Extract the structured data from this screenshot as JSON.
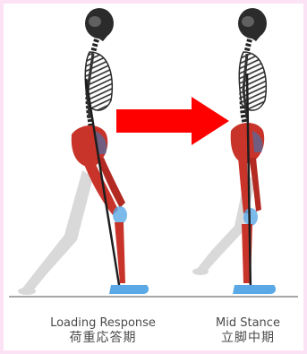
{
  "phases": [
    {
      "label_en": "Loading Response",
      "label_jp": "荷重応答期"
    },
    {
      "label_en": "Mid Stance",
      "label_jp": "立脚中期"
    }
  ],
  "colors": {
    "background_border": "#fbe3f5",
    "arrow": "#ff0000",
    "muscle": "#c8342a",
    "bone": "#1e1e1e",
    "ghost_limb": "#c8c8c8",
    "foot_highlight": "#5aa9e6",
    "ground": "#888888"
  },
  "icons": {
    "arrow": "right-arrow-icon"
  }
}
